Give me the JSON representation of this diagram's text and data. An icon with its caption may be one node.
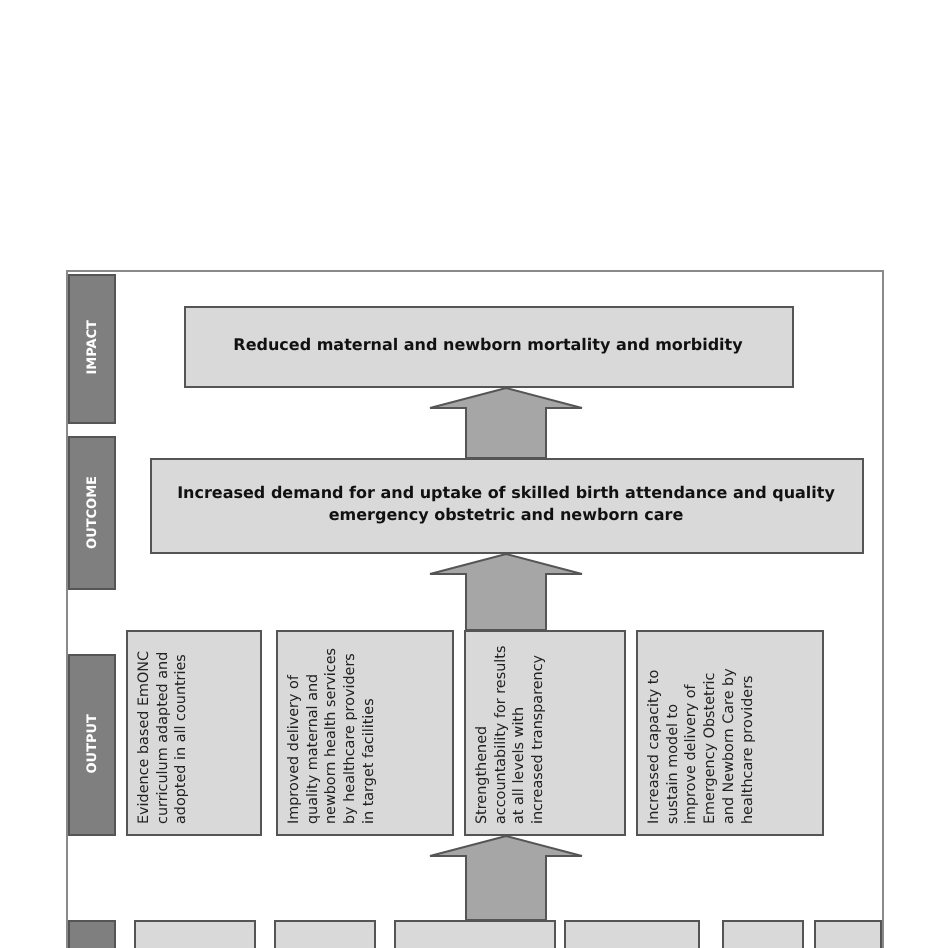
{
  "diagram": {
    "nodes": [
      {
        "text": [],
        "shape": "box"
      },
      {
        "text": [
          "IMPACT"
        ],
        "in": 0
      },
      {
        "text": [
          "Reduced maternal and newborn mortality and morbidity"
        ],
        "in": 0
      },
      {
        "text": [
          "OUTCOME"
        ],
        "in": 0
      },
      {
        "text": [
          "Increased demand for and uptake of skilled birth attendance and quality emergency obstetric and newborn care"
        ],
        "in": 0
      },
      {
        "text": [
          "OUTPUT"
        ],
        "in": 0
      },
      {
        "text": [
          "Evidence based EmONC curriculum adapted and adopted in all countries"
        ],
        "in": 0
      },
      {
        "text": [
          "Improved delivery of quality maternal and newborn health services by healthcare providers in target facilities"
        ],
        "in": 0
      },
      {
        "text": [
          "Strengthened accountability for results at all levels with increased transparency"
        ],
        "in": 0
      },
      {
        "text": [
          "Increased capacity to sustain model to improve delivery of Emergency Obstetric and Newborn Care by healthcare providers"
        ],
        "in": 0
      },
      {
        "text": [],
        "shape": "bar",
        "in": 0
      },
      {
        "text": [],
        "shape": "box",
        "in": 0
      },
      {
        "text": [],
        "shape": "box",
        "in": 0
      },
      {
        "text": [],
        "shape": "box",
        "in": 0
      },
      {
        "text": [],
        "shape": "box",
        "in": 0
      },
      {
        "text": [],
        "shape": "box",
        "in": 0
      },
      {
        "text": [],
        "shape": "box",
        "in": 0
      }
    ],
    "edges": [
      {
        "from": 4,
        "to": 2,
        "arrow": "to"
      },
      {
        "from": 8,
        "to": 4,
        "arrow": "to"
      },
      {
        "from": 13,
        "to": 8,
        "arrow": "to"
      }
    ]
  }
}
